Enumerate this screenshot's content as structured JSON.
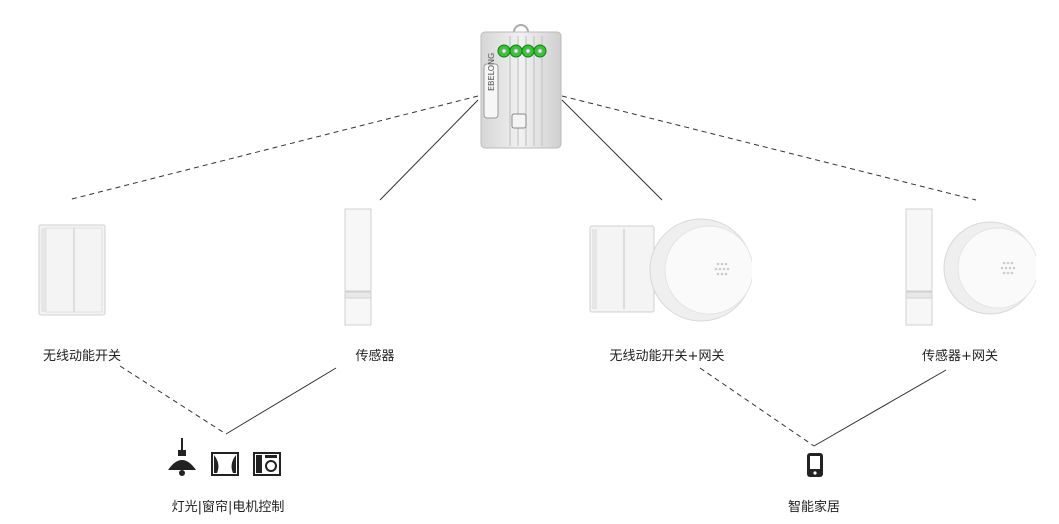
{
  "hub": {
    "brand": "EBELONG"
  },
  "devices": {
    "wireless_switch": "无线动能开关",
    "sensor": "传感器",
    "switch_gateway": "无线动能开关+网关",
    "sensor_gateway": "传感器+网关"
  },
  "outputs": {
    "lighting": "灯光|窗帘|电机控制",
    "smart_home": "智能家居"
  },
  "colors": {
    "led": "#2ec92e",
    "line": "#333333"
  },
  "icons": [
    "lamp-icon",
    "curtain-icon",
    "motor-icon",
    "phone-icon"
  ]
}
